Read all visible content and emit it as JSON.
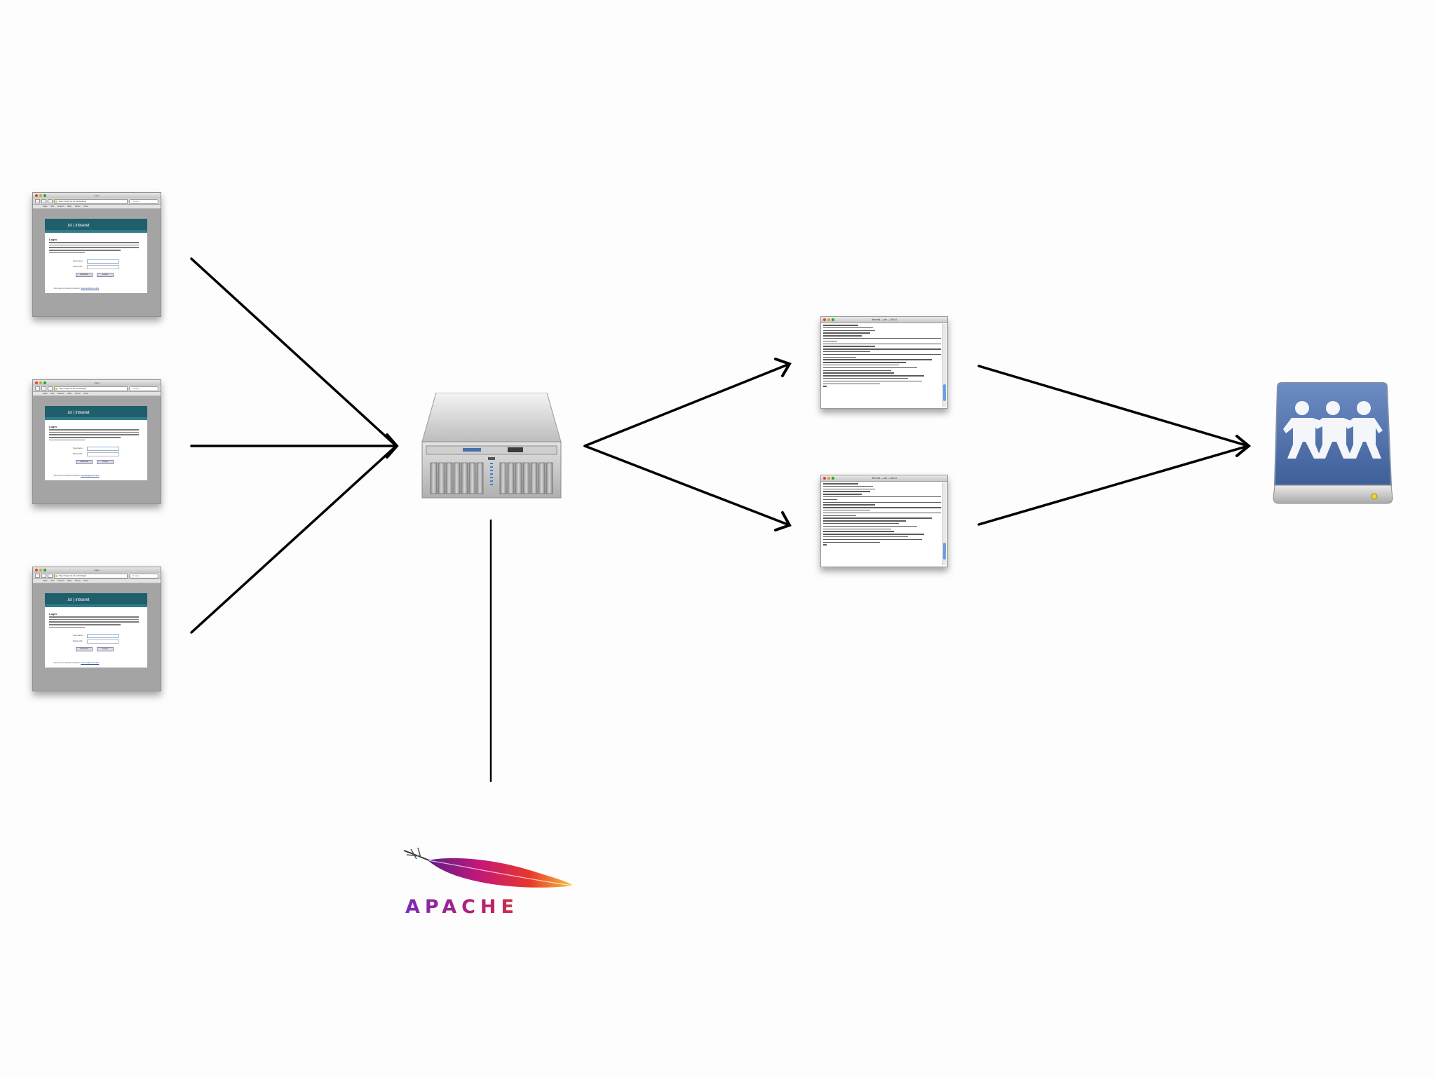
{
  "clients": [
    {
      "window_title": "Login",
      "url": "https://login.ist.utl.pt/cas/login",
      "search_placeholder": "Google",
      "bookmarks": "Apple Mac Amazon eBay Yahoo! News",
      "brand": ".ist | intranet",
      "login_title": "Login",
      "username_label": "Username:",
      "password_label": "Password:",
      "submit_label": "Autenticar",
      "clear_label": "Limpar",
      "footer_text": "Em caso de dúvidas contacte:",
      "footer_link": "suporte@dsi.ist.utl.pt"
    },
    {
      "window_title": "Login",
      "url": "https://login.ist.utl.pt/cas/login",
      "search_placeholder": "Google",
      "bookmarks": "Apple Mac Amazon eBay Yahoo! News",
      "brand": ".ist | intranet",
      "login_title": "Login",
      "username_label": "Username:",
      "password_label": "Password:",
      "submit_label": "Autenticar",
      "clear_label": "Limpar",
      "footer_text": "Em caso de dúvidas contacte:",
      "footer_link": "suporte@dsi.ist.utl.pt"
    },
    {
      "window_title": "Login",
      "url": "https://login.ist.utl.pt/cas/login",
      "search_placeholder": "Google",
      "bookmarks": "Apple Mac Amazon eBay Yahoo! News",
      "brand": ".ist | intranet",
      "login_title": "Login",
      "username_label": "Username:",
      "password_label": "Password:",
      "submit_label": "Autenticar",
      "clear_label": "Limpar",
      "footer_text": "Em caso de dúvidas contacte:",
      "footer_link": "suporte@dsi.ist.utl.pt"
    }
  ],
  "terminals": [
    {
      "title": "Terminal — ssh — 80×24"
    },
    {
      "title": "Terminal — ssh — 80×24"
    }
  ],
  "apache": {
    "wordmark": "APACHE"
  },
  "colors": {
    "edge": "#000000",
    "drive_blue": "#5a7bb5",
    "card_header": "#1f5e6b"
  },
  "icons": {
    "server": "server-rack-icon",
    "drive": "shared-drive-icon",
    "logo": "apache-feather-icon"
  }
}
